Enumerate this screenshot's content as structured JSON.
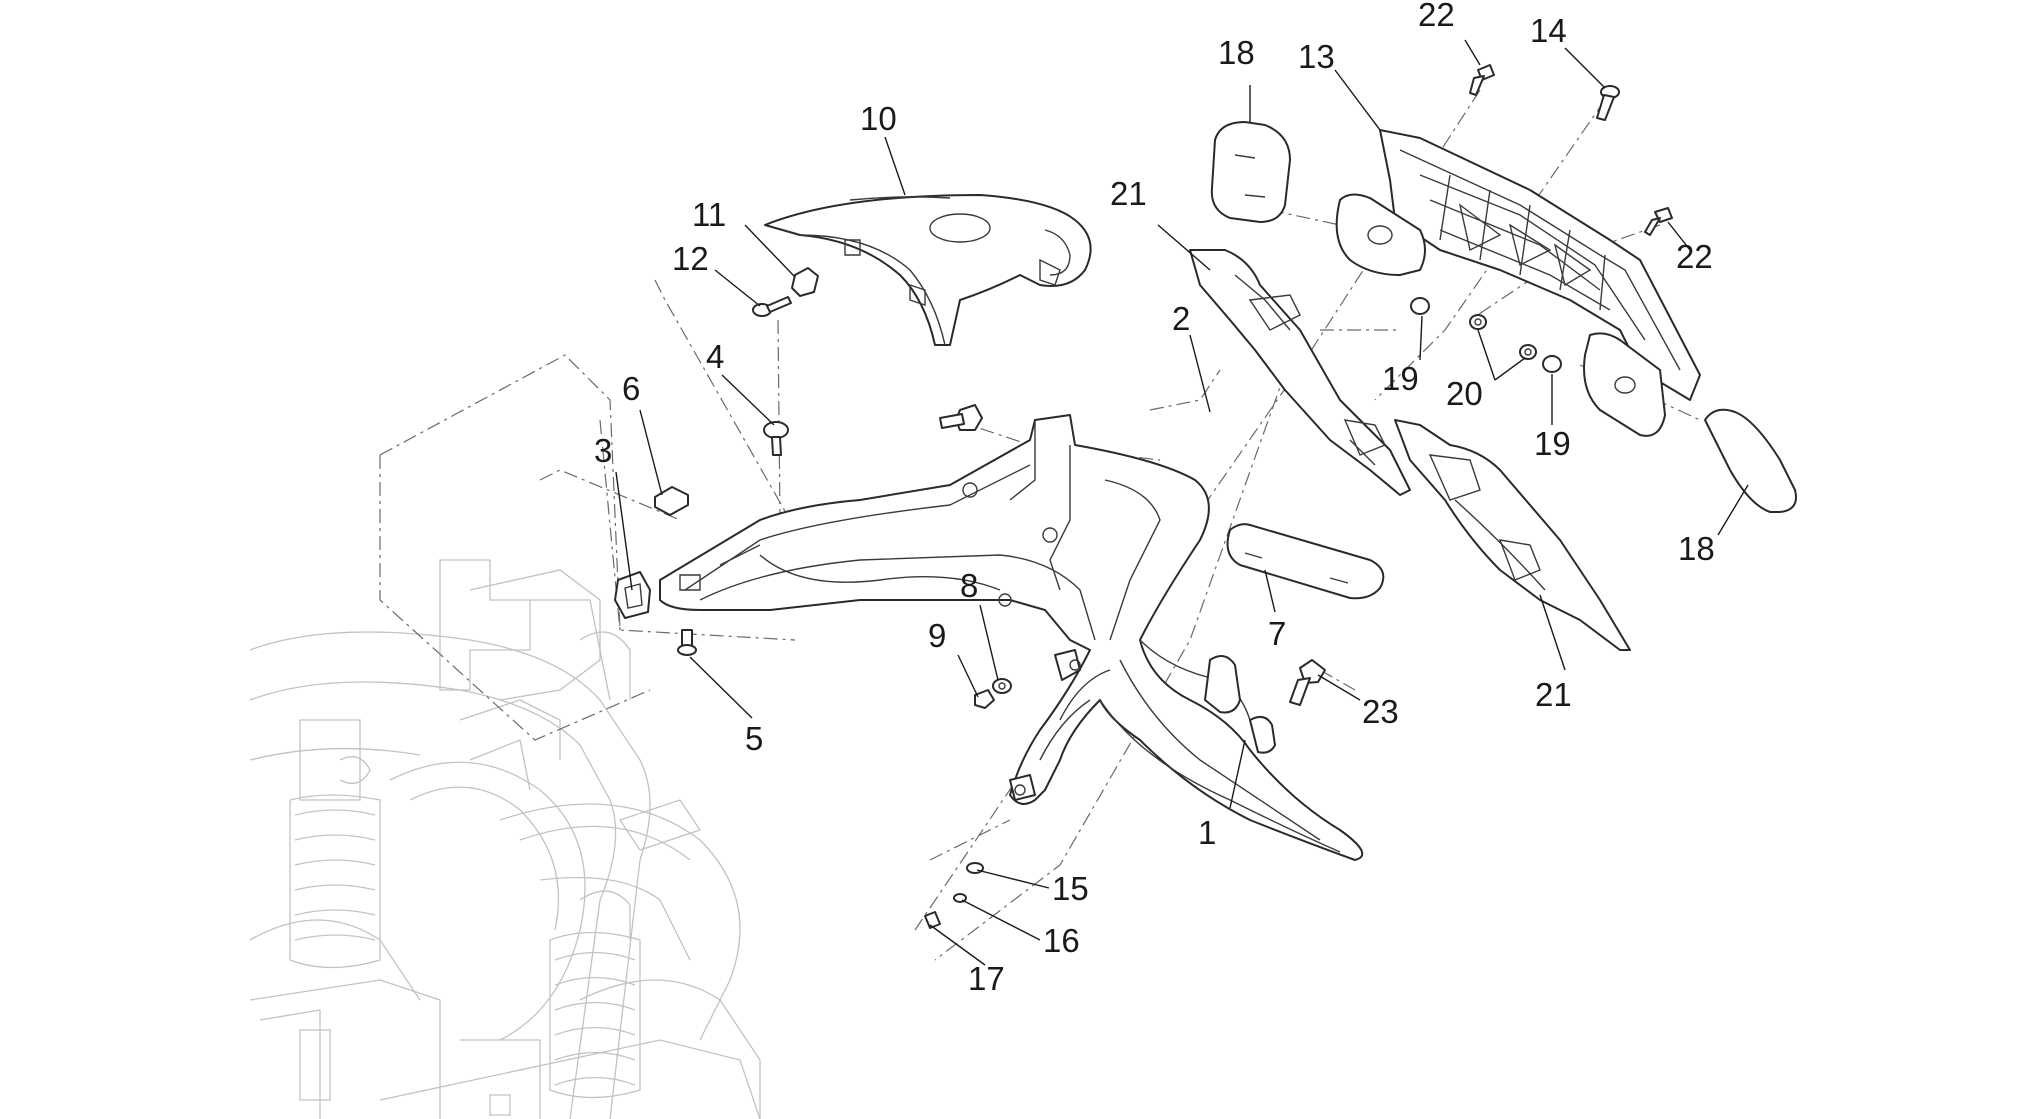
{
  "labels": {
    "p1": "1",
    "p2": "2",
    "p3": "3",
    "p4": "4",
    "p5": "5",
    "p6": "6",
    "p7": "7",
    "p8": "8",
    "p9": "9",
    "p10": "10",
    "p11": "11",
    "p12": "12",
    "p13": "13",
    "p14": "14",
    "p15": "15",
    "p16": "16",
    "p17": "17",
    "p18a": "18",
    "p18b": "18",
    "p19a": "19",
    "p19b": "19",
    "p20": "20",
    "p21a": "21",
    "p21b": "21",
    "p22a": "22",
    "p22b": "22",
    "p23": "23"
  },
  "colors": {
    "line": "#2a2a2a",
    "ghost": "#c2c2c2",
    "background": "#ffffff"
  }
}
